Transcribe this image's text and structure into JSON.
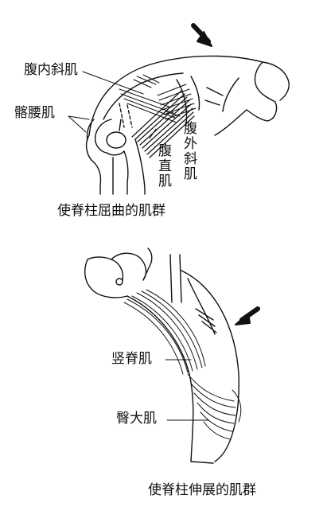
{
  "top_figure": {
    "labels": {
      "internal_oblique": "腹内斜肌",
      "iliopsoas": "髂腰肌",
      "external_oblique": "腹外斜肌",
      "rectus_abdominis": "腹直肌"
    },
    "caption": "使脊柱屈曲的肌群"
  },
  "bottom_figure": {
    "labels": {
      "erector_spinae": "竖脊肌",
      "gluteus_maximus": "臀大肌"
    },
    "caption": "使脊柱伸展的肌群"
  },
  "colors": {
    "ink": "#111111",
    "background": "#ffffff"
  }
}
